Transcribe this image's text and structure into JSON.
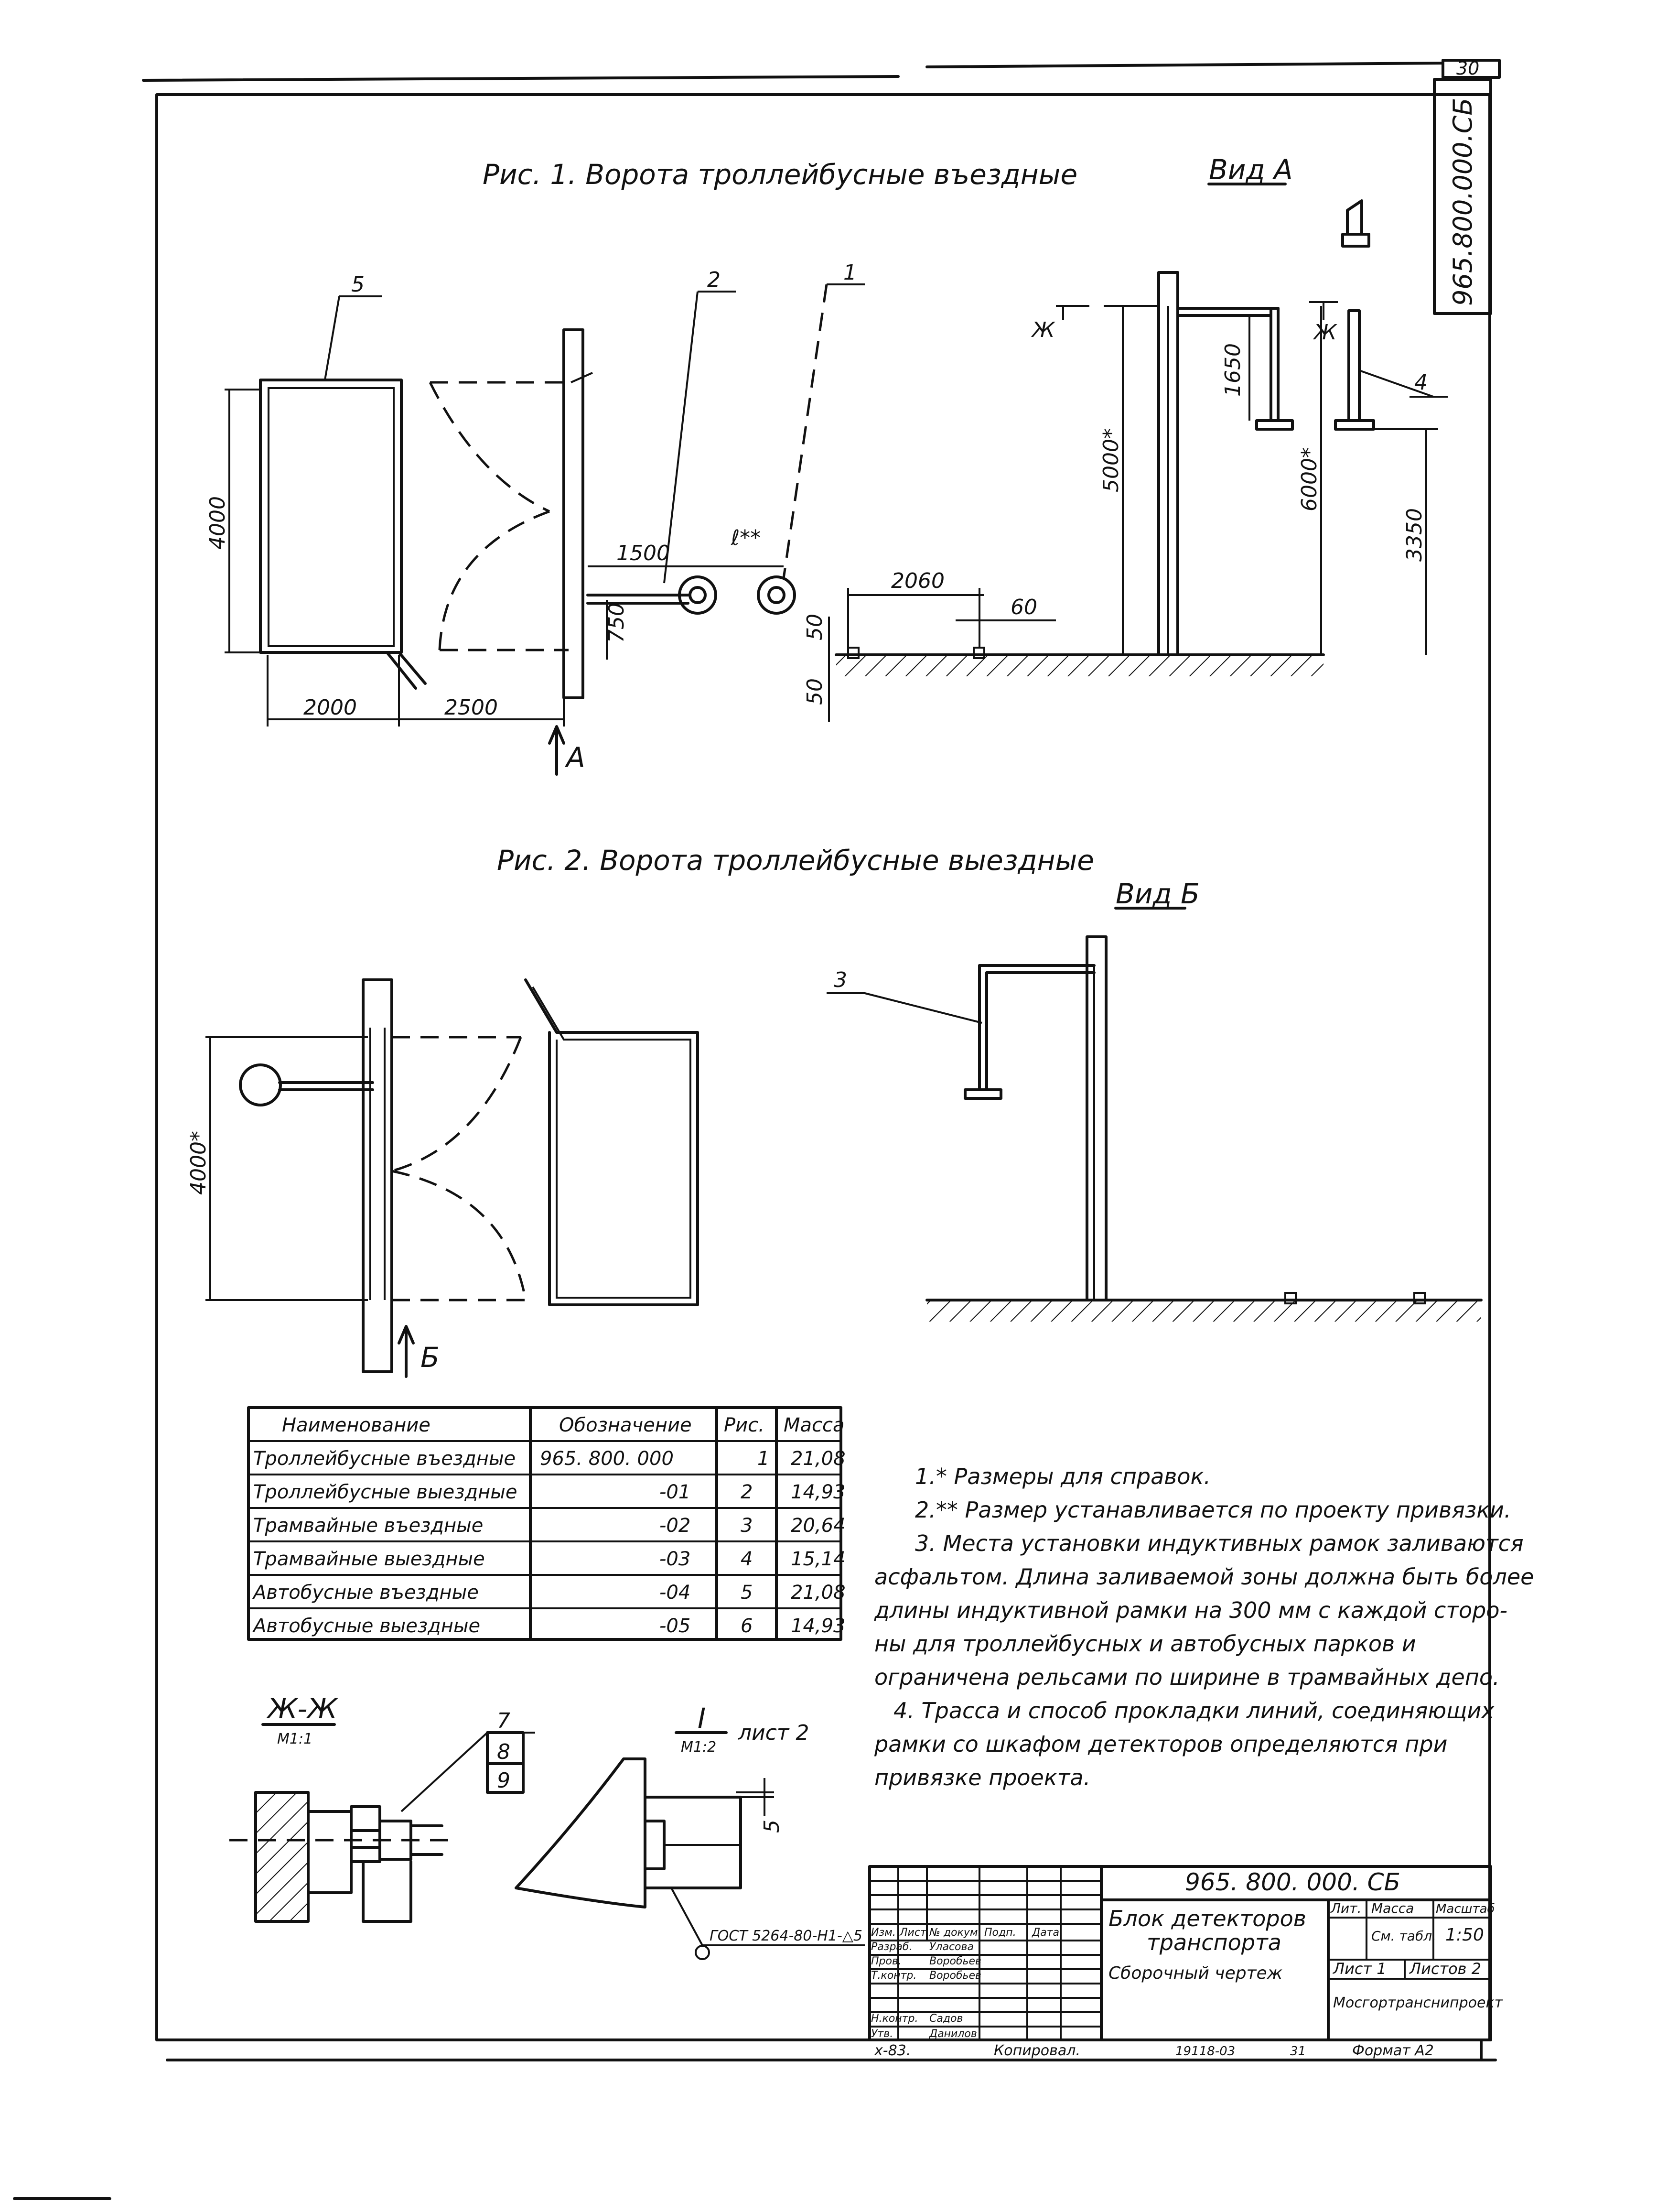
{
  "sheet": {
    "number": "30",
    "code_vertical": "965.800.000.СБ"
  },
  "fig1": {
    "title": "Рис. 1.   Ворота троллейбусные въездные",
    "view_label": "Вид А",
    "view_arrow_label": "А",
    "pos": [
      "1",
      "2",
      "5",
      "4"
    ],
    "dims": {
      "h4000": "4000",
      "w2000": "2000",
      "w2500": "2500",
      "w1500": "1500",
      "e": "ℓ**",
      "d750": "750",
      "d50a": "50",
      "d50b": "50",
      "d2060": "2060",
      "d60": "60",
      "d5000": "5000*",
      "d1650": "1650",
      "d6000": "6000*",
      "d3350": "3350",
      "zh1": "Ж",
      "zh2": "Ж"
    }
  },
  "fig2": {
    "title": "Рис. 2.   Ворота троллейбусные выездные",
    "view_label": "Вид Б",
    "view_arrow_label": "Б",
    "pos3": "3",
    "h4000": "4000*"
  },
  "spec_table": {
    "headers": [
      "Наименование",
      "Обозначение",
      "Рис.",
      "Масса"
    ],
    "rows": [
      [
        "Троллейбусные въездные",
        "965. 800. 000",
        "1",
        "21,08"
      ],
      [
        "Троллейбусные выездные",
        "-01",
        "2",
        "14,93"
      ],
      [
        "Трамвайные въездные",
        "-02",
        "3",
        "20,64"
      ],
      [
        "Трамвайные выездные",
        "-03",
        "4",
        "15,14"
      ],
      [
        "Автобусные въездные",
        "-04",
        "5",
        "21,08"
      ],
      [
        "Автобусные выездные",
        "-05",
        "6",
        "14,93"
      ]
    ]
  },
  "notes": [
    "1.* Размеры для справок.",
    "2.** Размер устанавливается по проекту привязки.",
    "3. Места установки индуктивных рамок заливаются",
    "асфальтом. Длина заливаемой зоны должна быть более",
    "длины индуктивной рамки на 300 мм с каждой сторо-",
    "ны для троллейбусных и автобусных парков и",
    "ограничена рельсами по ширине в трамвайных депо.",
    "4. Трасса и способ прокладки линий, соединяющих",
    "рамки со шкафом детекторов определяются при",
    "привязке проекта."
  ],
  "section_zz": {
    "title": "Ж-Ж",
    "scale": "М1:1",
    "pos": [
      "7",
      "8",
      "9"
    ]
  },
  "detail_i": {
    "title": "I",
    "scale": "М1:2",
    "sheet_ref": "лист 2",
    "dim5": "5",
    "gost": "ГОСТ 5264-80-Н1-△5"
  },
  "title_block": {
    "doc_code": "965. 800. 000. СБ",
    "name_line1": "Блок детекторов",
    "name_line2": "транспорта",
    "doc_type": "Сборочный чертеж",
    "col_lit": "Лит.",
    "col_mass": "Масса",
    "col_scale": "Масштаб",
    "mass_value": "См. табл.",
    "scale_value": "1:50",
    "sheet": "Лист 1",
    "sheets": "Листов 2",
    "org": "Мосгортранснипроект",
    "rev_headers": [
      "Изм.",
      "Лист",
      "№ докум.",
      "Подп.",
      "Дата"
    ],
    "roles": [
      [
        "Разраб.",
        "Уласова"
      ],
      [
        "Пров.",
        "Воробьев"
      ],
      [
        "Т.контр.",
        "Воробьев"
      ],
      [
        "Н.контр.",
        "Садов"
      ],
      [
        "Утв.",
        "Данилов"
      ]
    ]
  },
  "footer": {
    "left": "х-83.",
    "copied": "Копировал.",
    "order": "19118-03",
    "num": "31",
    "format": "Формат А2"
  }
}
